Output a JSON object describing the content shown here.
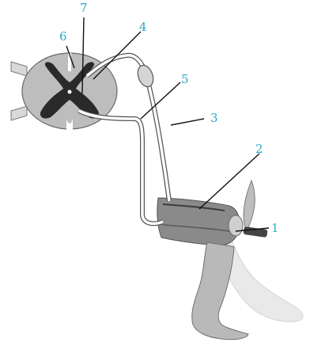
{
  "labels": {
    "l1": "1",
    "l2": "2",
    "l3": "3",
    "l4": "4",
    "l5": "5",
    "l6": "6",
    "l7": "7"
  },
  "colors": {
    "label": "#2aa7c9",
    "grey_matter": "#2a2a2a",
    "white_matter": "#bdbdbd",
    "nerve_fiber": "#ffffff",
    "leg_foreground": "#b9b9b9",
    "leg_background": "#e6e6e6"
  }
}
